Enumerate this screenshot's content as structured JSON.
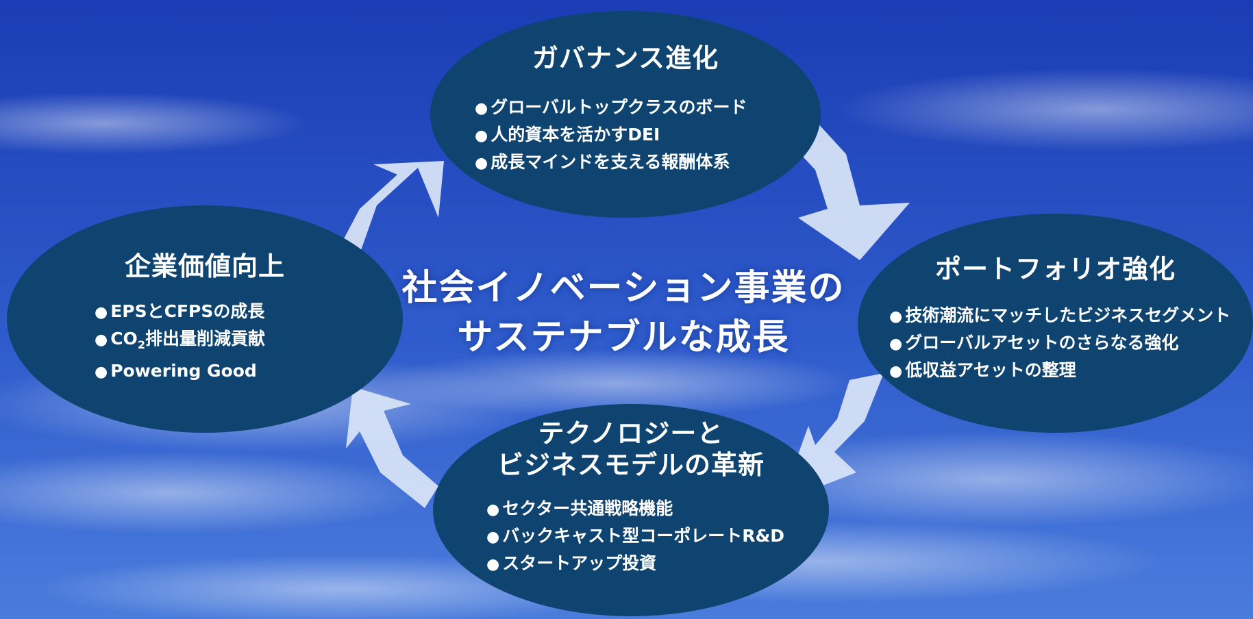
{
  "center": {
    "line1": "社会イノベーション事業の",
    "line2": "サステナブルな成長"
  },
  "governance": {
    "title": "ガバナンス進化",
    "items": [
      "グローバルトップクラスのボード",
      "人的資本を活かすDEI",
      "成長マインドを支える報酬体系"
    ]
  },
  "portfolio": {
    "title": "ポートフォリオ強化",
    "items": [
      "技術潮流にマッチしたビジネスセグメント",
      "グローバルアセットのさらなる強化",
      "低収益アセットの整理"
    ]
  },
  "innovation": {
    "title_line1": "テクノロジーと",
    "title_line2": "ビジネスモデルの革新",
    "items": [
      "セクター共通戦略機能",
      "バックキャスト型コーポレートR&D",
      "スタートアップ投資"
    ]
  },
  "corporate_value": {
    "title": "企業価値向上",
    "items": [
      "EPSとCFPSの成長",
      "Powering Good"
    ],
    "co2_item": {
      "prefix": "CO",
      "subscript": "2",
      "suffix": "排出量削減貢献"
    }
  },
  "colors": {
    "ellipse_fill": "#0f4470",
    "arrow_fill": "#d6e2f7",
    "sky_top": "#1d3fb8",
    "sky_bottom": "#3d6fd8"
  }
}
